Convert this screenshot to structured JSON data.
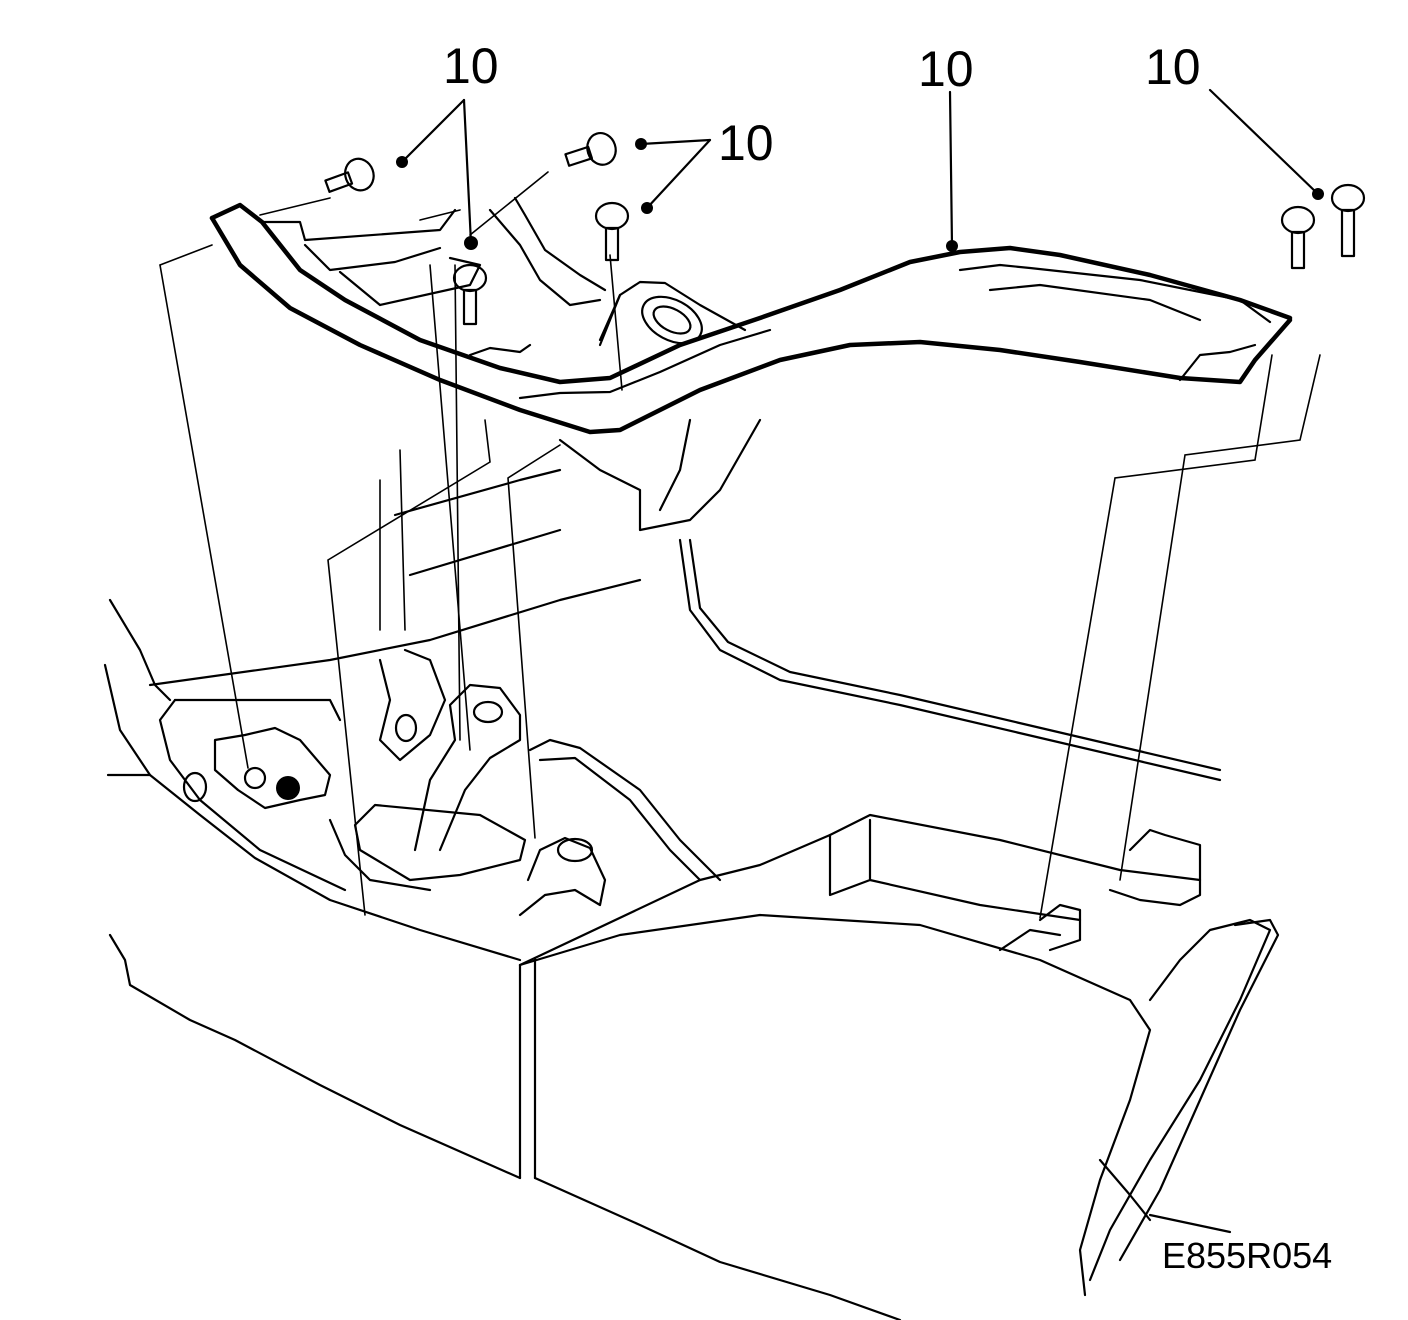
{
  "callouts": [
    {
      "id": "screws-front-left",
      "label": "10"
    },
    {
      "id": "screws-front-middle",
      "label": "10"
    },
    {
      "id": "trim-panel",
      "label": "10"
    },
    {
      "id": "screws-rear-right",
      "label": "10"
    }
  ],
  "reference_code": "E855R054",
  "colors": {
    "line": "#000000",
    "background": "#ffffff"
  }
}
